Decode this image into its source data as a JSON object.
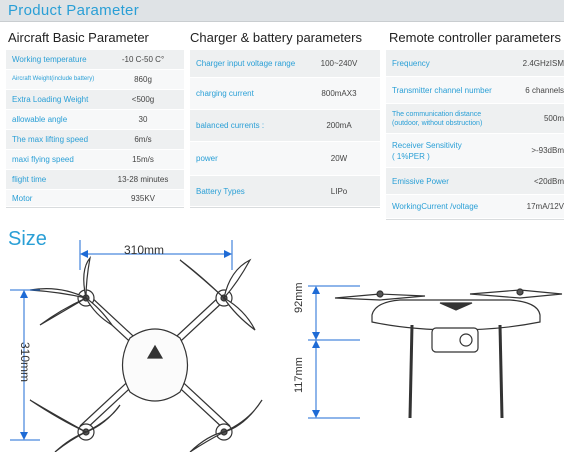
{
  "header": {
    "title": "Product Parameter"
  },
  "sections": {
    "aircraft": {
      "title": "Aircraft Basic Parameter",
      "rows": [
        {
          "label": "Working temperature",
          "value": "-10 C-50 C°"
        },
        {
          "label": "Aircraft Weight(include battery)",
          "value": "860g"
        },
        {
          "label": "Extra Loading Weight",
          "value": "<500g"
        },
        {
          "label": "allowable angle",
          "value": "30"
        },
        {
          "label": "The max  lifting speed",
          "value": "6m/s"
        },
        {
          "label": "maxi flying speed",
          "value": "15m/s"
        },
        {
          "label": "flight time",
          "value": "13-28 minutes"
        },
        {
          "label": "Motor",
          "value": "935KV"
        }
      ]
    },
    "charger": {
      "title": "Charger & battery parameters",
      "rows": [
        {
          "label": "Charger input voltage range",
          "value": "100~240V"
        },
        {
          "label": "charging current",
          "value": "800mAX3"
        },
        {
          "label": "balanced currents  :",
          "value": "200mA"
        },
        {
          "label": "power",
          "value": "20W"
        },
        {
          "label": "Battery Types",
          "value": "LIPo"
        }
      ]
    },
    "remote": {
      "title": "Remote controller parameters",
      "rows": [
        {
          "label": "Frequency",
          "value": "2.4GHzISM"
        },
        {
          "label": "Transmitter channel number",
          "value": "6 channels"
        },
        {
          "label": "The communication distance\n(outdoor, without obstruction)",
          "value": "500m"
        },
        {
          "label": "Receiver Sensitivity\n( 1%PER )",
          "value": ">-93dBm"
        },
        {
          "label": "Emissive Power",
          "value": "<20dBm"
        },
        {
          "label": "WorkingCurrent /voltage",
          "value": "17mA/12V"
        }
      ]
    }
  },
  "size": {
    "title": "Size",
    "width_label": "310mm",
    "length_label": "310mm",
    "height_upper_label": "92mm",
    "height_lower_label": "117mm"
  }
}
